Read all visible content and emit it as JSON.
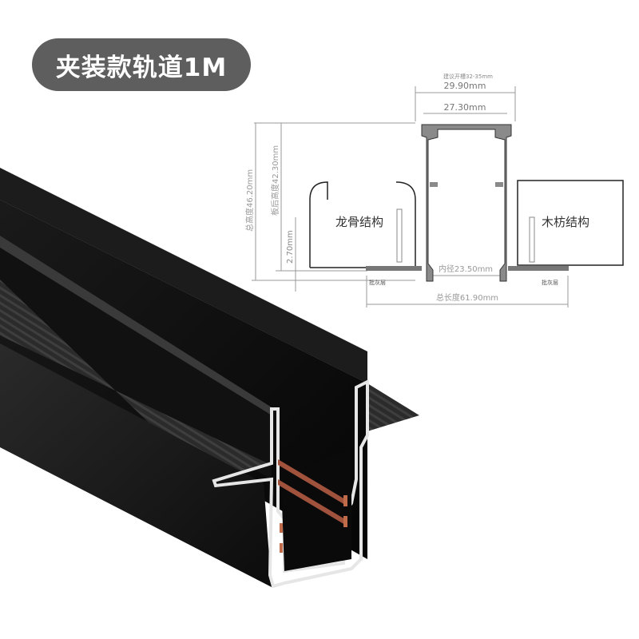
{
  "title": "夹装款轨道1M",
  "diagram": {
    "slot_hint": "建议开槽32-35mm",
    "outer_width": "29.90mm",
    "top_width": "27.30mm",
    "total_height": "总高度46.20mm",
    "after_board_height": "板后高度42.30mm",
    "flange_thickness": "2.70mm",
    "inner_width": "内径23.50mm",
    "total_length": "总长度61.90mm",
    "left_structure": "龙骨结构",
    "right_structure": "木枋结构",
    "left_plaster": "批灰层",
    "right_plaster": "批灰层"
  },
  "colors": {
    "pill": "#5e5e5e",
    "profile_fill": "#8a8a8a",
    "dimension_line": "#9a9a9a",
    "track_black": "#141414",
    "copper": "#a0523c"
  }
}
